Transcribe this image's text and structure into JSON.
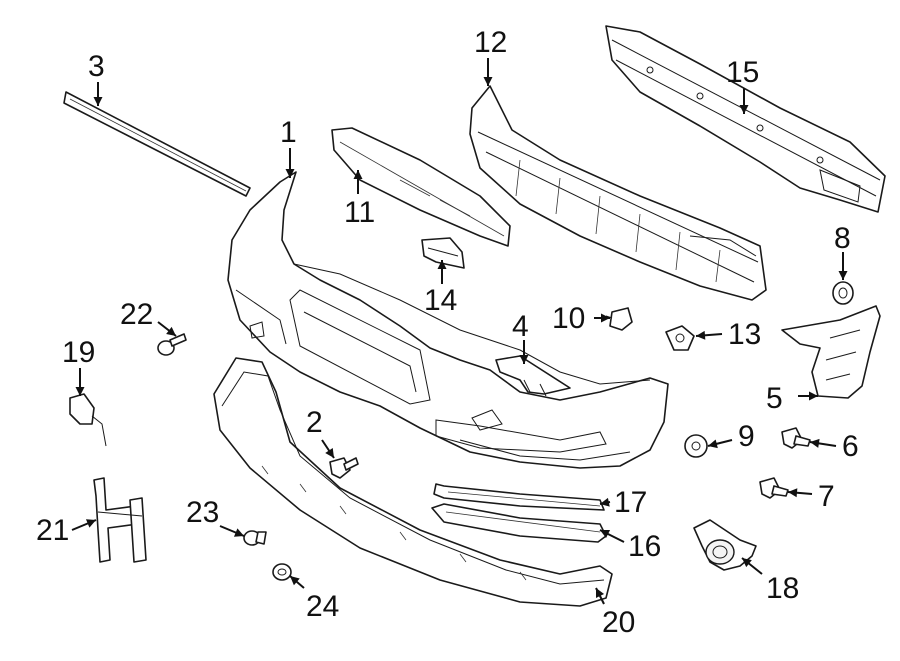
{
  "callouts": [
    {
      "id": "1",
      "part": "bumper-cover"
    },
    {
      "id": "2",
      "part": "bolt"
    },
    {
      "id": "3",
      "part": "upper-molding-strip"
    },
    {
      "id": "4",
      "part": "mounting-bracket"
    },
    {
      "id": "5",
      "part": "side-support-bracket"
    },
    {
      "id": "6",
      "part": "bolt"
    },
    {
      "id": "7",
      "part": "bolt"
    },
    {
      "id": "8",
      "part": "washer"
    },
    {
      "id": "9",
      "part": "washer"
    },
    {
      "id": "10",
      "part": "push-clip"
    },
    {
      "id": "11",
      "part": "energy-absorber"
    },
    {
      "id": "12",
      "part": "impact-absorber"
    },
    {
      "id": "13",
      "part": "retainer-clip"
    },
    {
      "id": "14",
      "part": "bracket"
    },
    {
      "id": "15",
      "part": "reinforcement-beam"
    },
    {
      "id": "16",
      "part": "grille-lower"
    },
    {
      "id": "17",
      "part": "grille-trim"
    },
    {
      "id": "18",
      "part": "fog-lamp"
    },
    {
      "id": "19",
      "part": "tow-hook-cover"
    },
    {
      "id": "20",
      "part": "lower-spoiler"
    },
    {
      "id": "21",
      "part": "license-bracket"
    },
    {
      "id": "22",
      "part": "screw"
    },
    {
      "id": "23",
      "part": "screw"
    },
    {
      "id": "24",
      "part": "clip"
    }
  ],
  "colors": {
    "line": "#1a1a1a",
    "background": "#ffffff"
  }
}
